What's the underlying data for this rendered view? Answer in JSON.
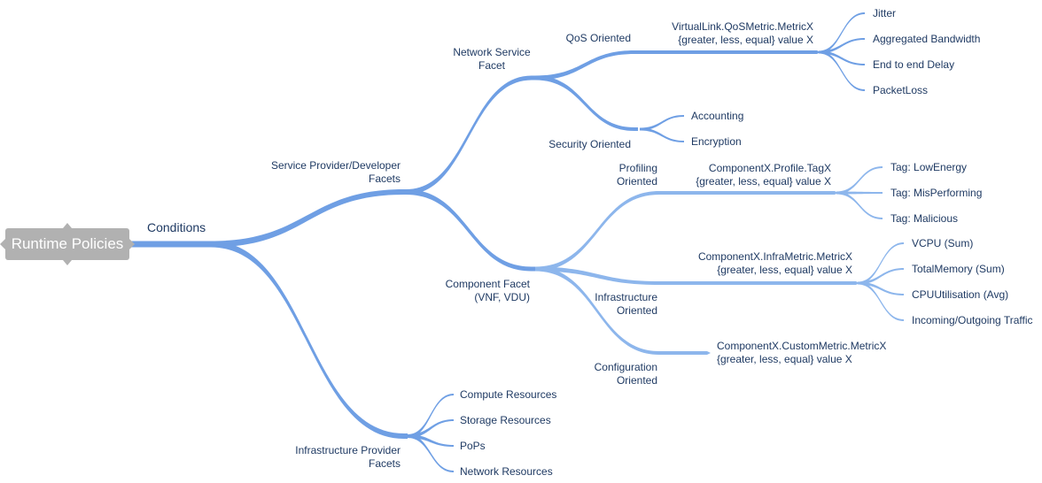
{
  "root": {
    "label": "Runtime Policies",
    "color": "#b1b1b1"
  },
  "colors": {
    "branch": "#6f9fe4",
    "branch_light": "#8db6ec",
    "text": "#1f3a63"
  },
  "nodes": {
    "conditions": "Conditions",
    "sp_dev_facets": [
      "Service Provider/Developer",
      "Facets"
    ],
    "infra_provider_facets": [
      "Infrastructure Provider",
      "Facets"
    ],
    "network_service_facet": [
      "Network Service",
      "Facet"
    ],
    "component_facet": [
      "Component Facet",
      "(VNF, VDU)"
    ],
    "qos_oriented": "QoS Oriented",
    "security_oriented": "Security Oriented",
    "virtuallink_metric": [
      "VirtualLink.QoSMetric.MetricX",
      "{greater, less, equal} value X"
    ],
    "qos_leaves": [
      "Jitter",
      "Aggregated Bandwidth",
      "End to end Delay",
      "PacketLoss"
    ],
    "security_leaves": [
      "Accounting",
      "Encryption"
    ],
    "profiling_oriented": [
      "Profiling",
      "Oriented"
    ],
    "infrastructure_oriented": [
      "Infrastructure",
      "Oriented"
    ],
    "configuration_oriented": [
      "Configuration",
      "Oriented"
    ],
    "profile_tag": [
      "ComponentX.Profile.TagX",
      "{greater, less, equal} value X"
    ],
    "profile_leaves": [
      "Tag: LowEnergy",
      "Tag: MisPerforming",
      "Tag: Malicious"
    ],
    "infra_metric": [
      "ComponentX.InfraMetric.MetricX",
      "{greater, less, equal} value X"
    ],
    "infra_leaves": [
      "VCPU (Sum)",
      "TotalMemory (Sum)",
      "CPUUtilisation (Avg)",
      "Incoming/Outgoing Traffic"
    ],
    "custom_metric": [
      "ComponentX.CustomMetric.MetricX",
      "{greater, less, equal} value X"
    ],
    "resource_leaves": [
      "Compute Resources",
      "Storage Resources",
      "PoPs",
      "Network Resources"
    ]
  }
}
